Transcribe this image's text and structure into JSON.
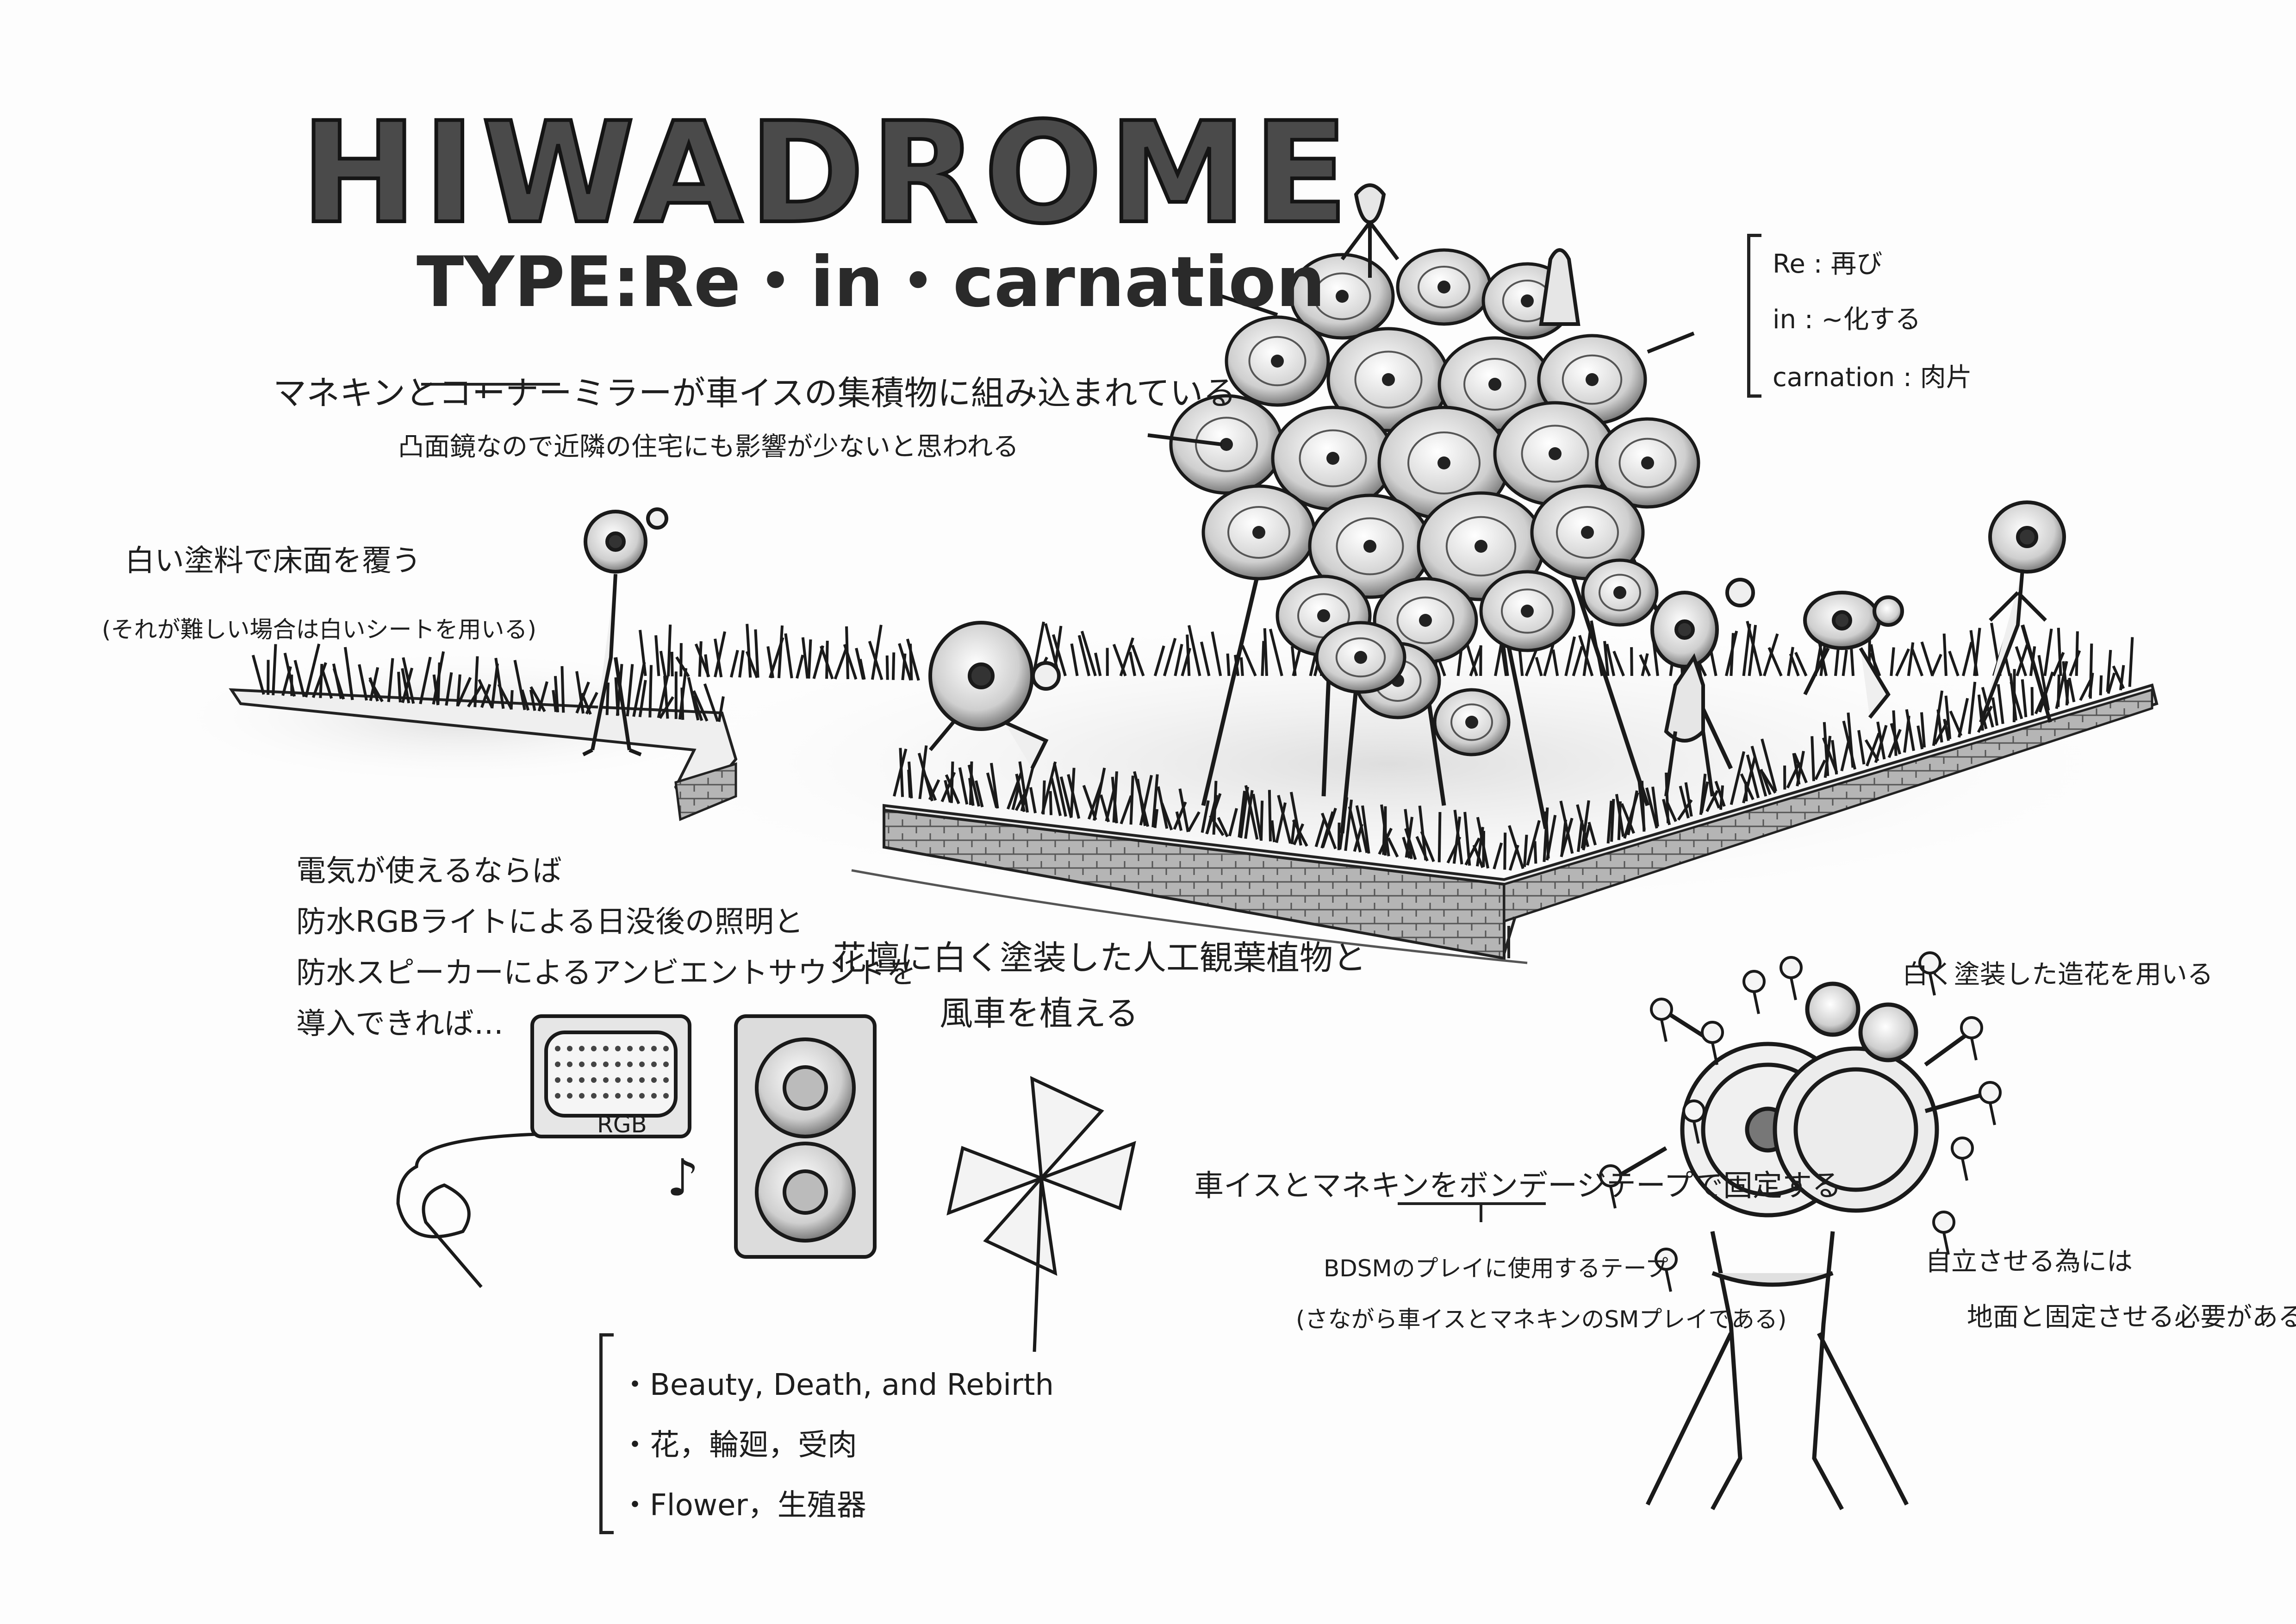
{
  "header": {
    "title": "HIWADROME",
    "subtitle": "TYPE:Re・in・carnation"
  },
  "notes": {
    "mannequin_mirror": "マネキンとコーナーミラーが車イスの集積物に組み込まれている",
    "convex_mirror": "凸面鏡なので近隣の住宅にも影響が少ないと思われる",
    "white_paint": "白い塗料で床面を覆う",
    "white_sheet": "(それが難しい場合は白いシートを用いる)",
    "electricity_1": "電気が使えるならば",
    "electricity_2": "防水RGBライトによる日没後の照明と",
    "electricity_3": "防水スピーカーによるアンビエントサウンドを",
    "electricity_4": "導入できれば…",
    "rgb_label": "RGB",
    "music_icon": "♪",
    "flowerbed_1": "花壇に白く塗装した人工観葉植物と",
    "flowerbed_2": "風車を植える",
    "white_flowers": "白く塗装した造花を用いる",
    "bondage_tape": "車イスとマネキンをボンデージテープで固定する",
    "bdsm_tape": "BDSMのプレイに使用するテープ",
    "sm_play": "(さながら車イスとマネキンのSMプレイである)",
    "self_standing_1": "自立させる為には",
    "self_standing_2": "地面と固定させる必要がある"
  },
  "glossary": [
    {
      "term": "Re",
      "meaning": "再び"
    },
    {
      "term": "in",
      "meaning": "~化する"
    },
    {
      "term": "carnation",
      "meaning": "肉片"
    }
  ],
  "themes": [
    "・Beauty, Death, and Rebirth",
    "・花，輪廻，受肉",
    "・Flower，生殖器"
  ],
  "icons": {
    "sculpture": "wheelchair-sculpture-icon",
    "figure": "mannequin-figure-icon",
    "pinwheel": "pinwheel-icon",
    "speaker": "speaker-icon",
    "light": "rgb-light-icon"
  },
  "colors": {
    "ink": "#1b1b1b",
    "shade": "#9a9a9a",
    "paper": "#fdfdfd"
  }
}
